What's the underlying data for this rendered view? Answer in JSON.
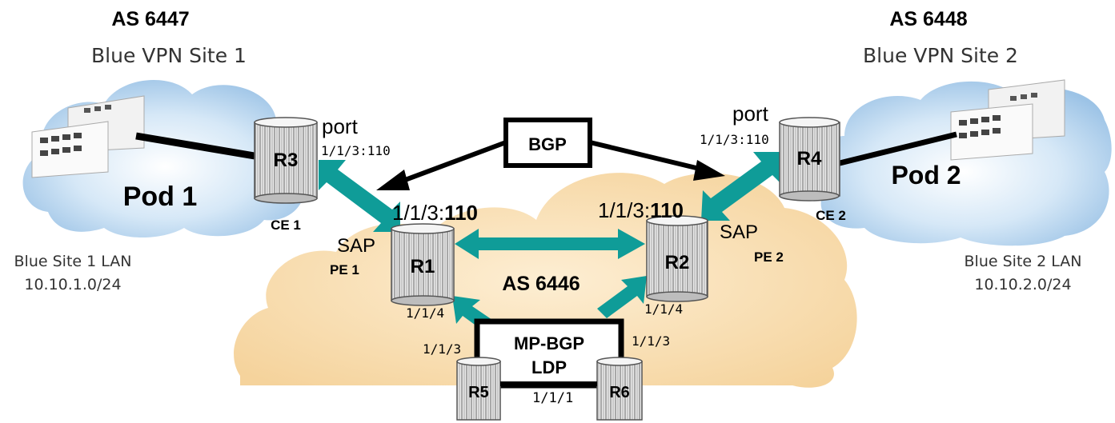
{
  "colors": {
    "teal": "#0f9c98",
    "sky_cloud": "#a9cdeb",
    "orange_cloud": "#f6d9a6",
    "router_line": "#555555",
    "box_stroke": "#000000"
  },
  "sites": {
    "left": {
      "as": "AS 6447",
      "name": "Blue VPN Site 1",
      "pod": "Pod 1",
      "lan_title": "Blue Site 1 LAN",
      "lan_subnet": "10.10.1.0/24",
      "ce_label": "CE 1",
      "port_label": "port",
      "port_id": "1/1/3:110"
    },
    "right": {
      "as": "AS 6448",
      "name": "Blue VPN Site 2",
      "pod": "Pod 2",
      "lan_title": "Blue Site 2 LAN",
      "lan_subnet": "10.10.2.0/24",
      "ce_label": "CE 2",
      "port_label": "port",
      "port_id": "1/1/3:110"
    }
  },
  "core": {
    "as": "AS 6446",
    "bgp_label": "BGP",
    "mpbgp_label": "MP-BGP",
    "ldp_label": "LDP",
    "sap_label": "SAP",
    "pe1_label": "PE 1",
    "pe2_label": "PE 2",
    "sap_port_prefix": "1/1/3:",
    "sap_port_vlan": "110"
  },
  "routers": {
    "r1": "R1",
    "r2": "R2",
    "r3": "R3",
    "r4": "R4",
    "r5": "R5",
    "r6": "R6"
  },
  "ports": {
    "r1_114": "1/1/4",
    "r2_114": "1/1/4",
    "r5_113": "1/1/3",
    "r6_113": "1/1/3",
    "r5_r6_111": "1/1/1"
  },
  "icons": [
    "building-icon",
    "router-icon",
    "cloud-icon",
    "arrow-icon"
  ]
}
